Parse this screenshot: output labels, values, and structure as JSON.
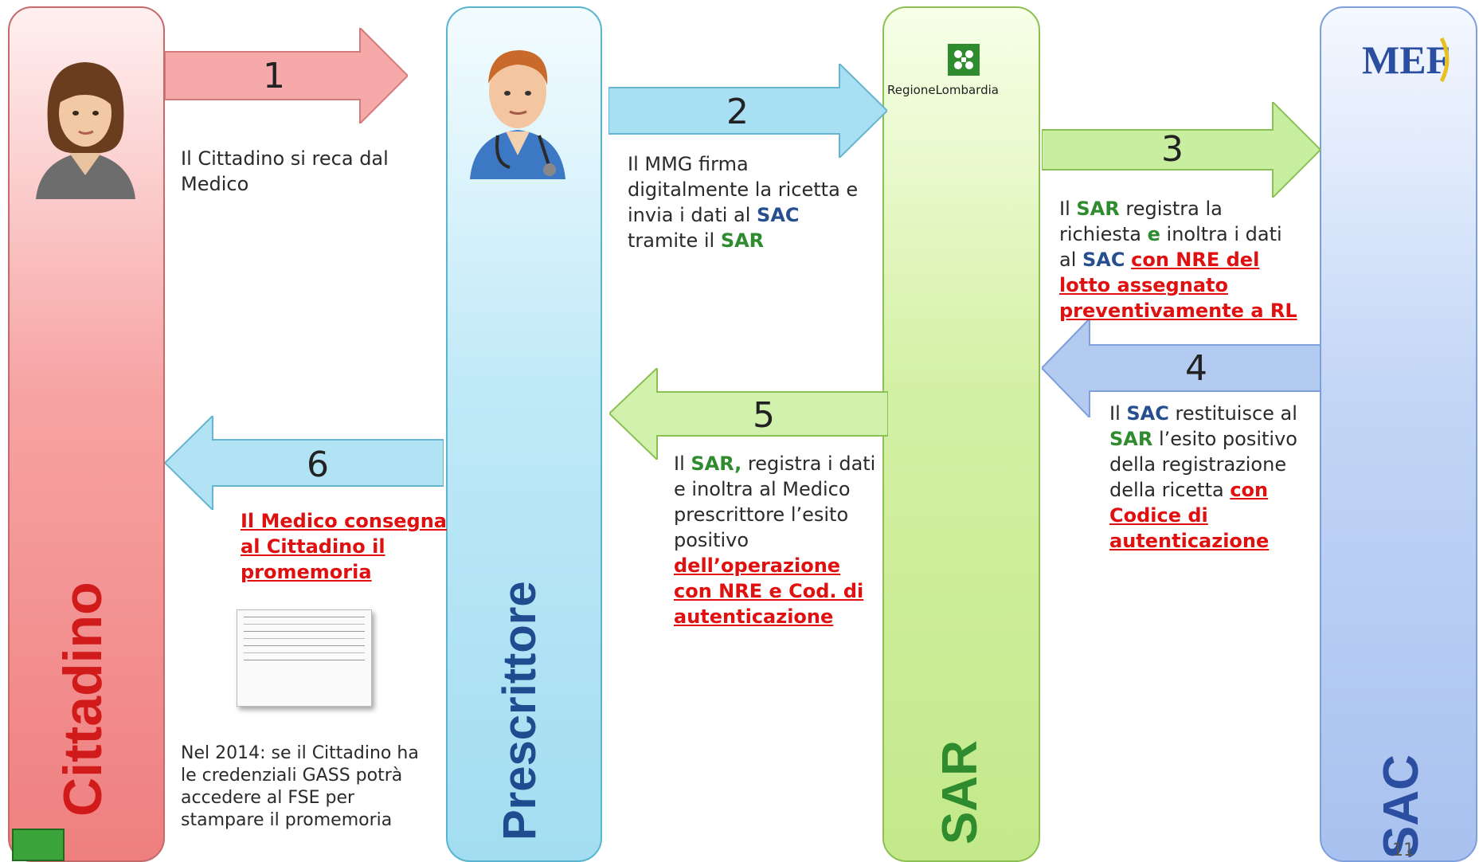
{
  "lanes": {
    "cittadino": "Cittadino",
    "prescrittore": "Prescrittore",
    "sar": "SAR",
    "sac": "SAC"
  },
  "colors": {
    "cittadino_label": "#d11a1a",
    "prescrittore_label": "#1f4b8f",
    "sar_label": "#2e8b2e",
    "sac_label": "#2b4ea0",
    "accent_red": "#e01010"
  },
  "logos": {
    "regione": "RegioneLombardia",
    "mef": "MEF"
  },
  "steps": {
    "s1": {
      "num": "1",
      "text": "Il Cittadino si reca dal Medico"
    },
    "s2": {
      "num": "2",
      "t1": "Il MMG   firma digitalmente la ricetta e invia i dati al ",
      "sac": "SAC",
      "t2": " tramite il ",
      "sar": "SAR"
    },
    "s3": {
      "num": "3",
      "t1": "Il ",
      "sar": "SAR",
      "t2": " registra la richiesta ",
      "e": "e",
      "t3": " inoltra i dati al ",
      "sac": "SAC",
      "t4": " ",
      "red": "con NRE del lotto assegnato preventivamente a RL"
    },
    "s4": {
      "num": "4",
      "t1": "Il ",
      "sac": "SAC",
      "t2": " restituisce al ",
      "sar": "SAR",
      "t3": " l’esito positivo della registrazione della ricetta ",
      "red": "con Codice di autenticazione"
    },
    "s5": {
      "num": "5",
      "t1": "Il ",
      "sar": "SAR,",
      "t2": " registra i dati e inoltra al Medico prescrittore l’esito positivo ",
      "red": "dell’operazione con NRE e  Cod. di autenticazione"
    },
    "s6": {
      "num": "6",
      "red": "Il Medico consegna al Cittadino il promemoria"
    }
  },
  "note": "Nel 2014: se il Cittadino ha le credenziali GASS potrà accedere al  FSE per stampare il promemoria",
  "page_number": "11"
}
